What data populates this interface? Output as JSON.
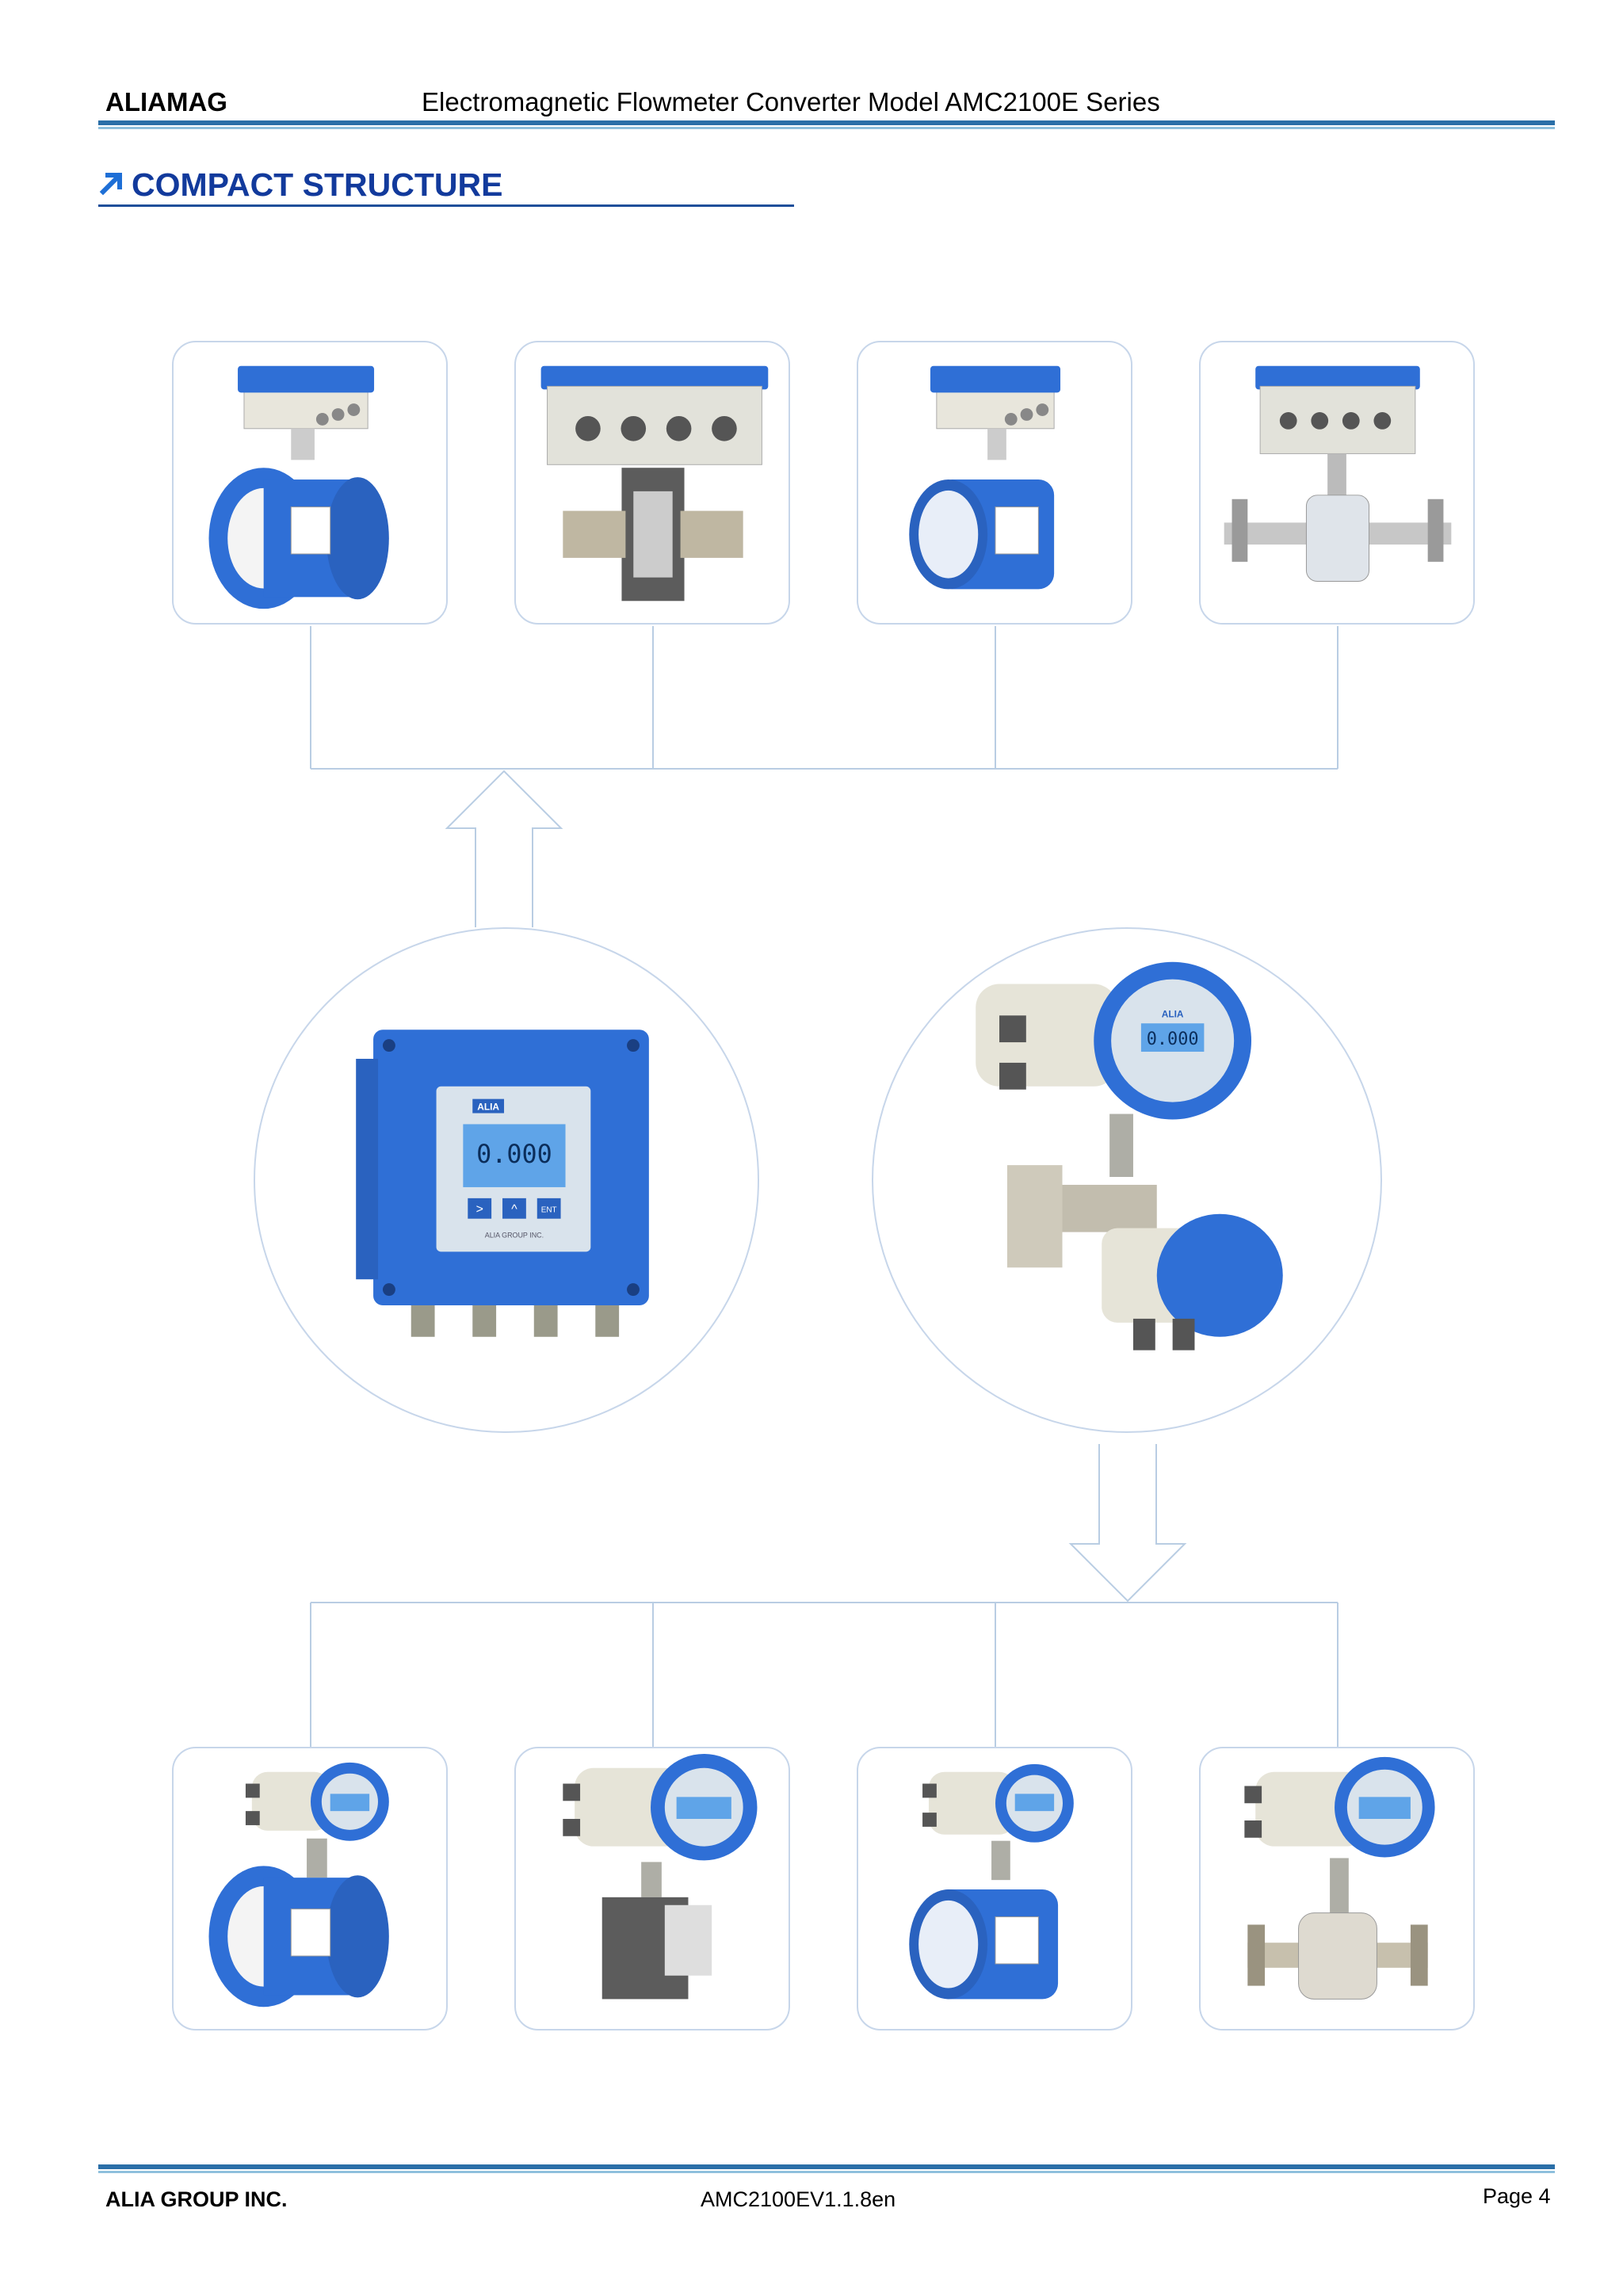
{
  "header": {
    "brand": "ALIAMAG",
    "title": "Electromagnetic Flowmeter Converter Model AMC2100E Series"
  },
  "section": {
    "title": "COMPACT STRUCTURE",
    "icon": "arrow-up-right-icon"
  },
  "converters": {
    "wall_mount": {
      "logo": "ALIA",
      "display_value": "0.000",
      "keys": [
        ">",
        "^",
        "ENT"
      ],
      "maker": "ALIA GROUP INC."
    },
    "round_head": {
      "display_value": "0.000",
      "logo": "ALIA"
    }
  },
  "colors": {
    "accent_blue": "#2f6fd6",
    "header_rule": "#2b6fa8",
    "title_blue": "#123a9c",
    "border": "#c7d6ea"
  },
  "footer": {
    "company": "ALIA GROUP INC.",
    "doc_code": "AMC2100EV1.1.8en",
    "page": "Page 4"
  }
}
